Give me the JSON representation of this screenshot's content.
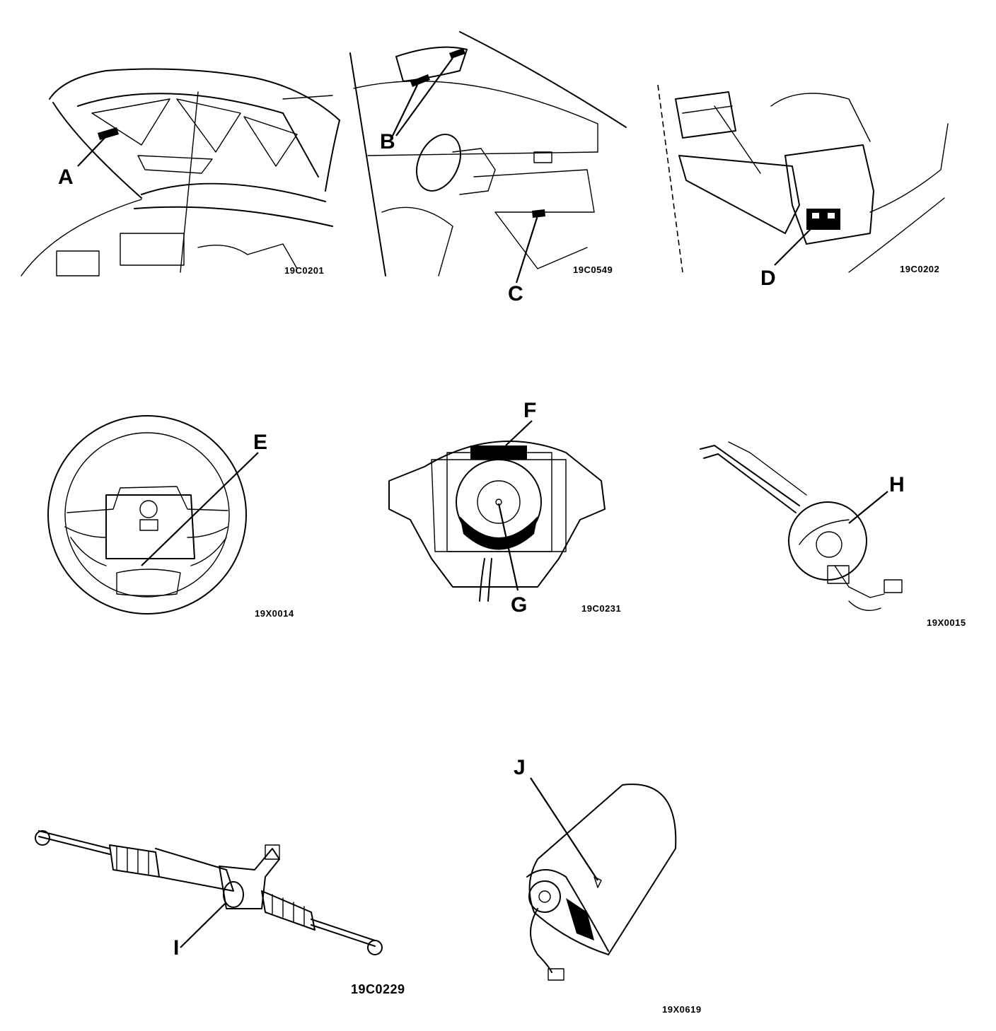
{
  "panels": [
    {
      "callout": "A",
      "figure_code": "19C0201"
    },
    {
      "callouts": [
        "B",
        "C"
      ],
      "figure_code": "19C0549"
    },
    {
      "callout": "D",
      "figure_code": "19C0202"
    },
    {
      "callout": "E",
      "figure_code": "19X0014"
    },
    {
      "callouts": [
        "F",
        "G"
      ],
      "figure_code": "19C0231"
    },
    {
      "callout": "H",
      "figure_code": "19X0015"
    },
    {
      "callout": "I",
      "figure_code": "19C0229"
    },
    {
      "callout": "J",
      "figure_code": "19X0619"
    }
  ]
}
